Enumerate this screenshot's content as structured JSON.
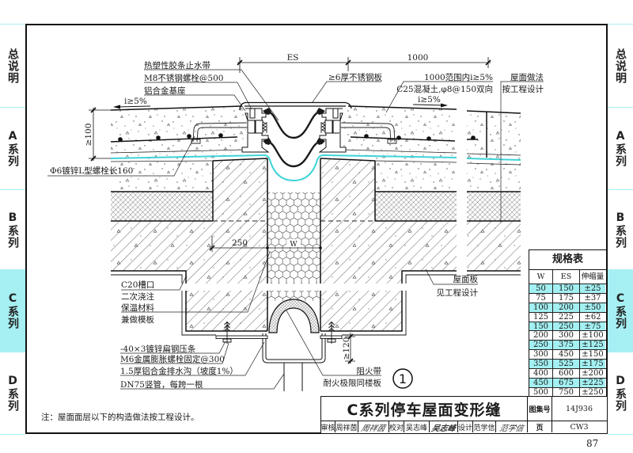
{
  "side_tabs": [
    {
      "label": "总说明",
      "active": false
    },
    {
      "label": "A系列",
      "active": false
    },
    {
      "label": "B系列",
      "active": false
    },
    {
      "label": "C系列",
      "active": true
    },
    {
      "label": "D系列",
      "active": false
    }
  ],
  "colors": {
    "tab_active_bg": "#a6f0f3",
    "tab_divider": "#a8eef0",
    "membrane": "#3fd3d8",
    "table_highlight": "#a3f0f2",
    "ink": "#1a1a1a"
  },
  "drawing": {
    "dims": {
      "es": "ES",
      "span_1000": "1000",
      "min_100": "≥100",
      "w_250": "250",
      "w": "W",
      "min_120": "≥120"
    },
    "slope_left": "i≥5%",
    "slope_right": "i≥5%",
    "labels": {
      "thermo_strip": "热塑性胶条止水带",
      "m8_bolt": "M8不锈钢螺栓@500",
      "alu_base": "铝合金基座",
      "steel_plate": "≥6厚不锈钢板",
      "range_slope": "1000范围内i≥5%",
      "c25": "C25混凝土,φ8@150双向",
      "roof_method_1": "屋面做法",
      "roof_method_2": "按工程设计",
      "l_bolt": "Φ6镀锌L型螺栓长160",
      "c20_1": "C20槽口",
      "c20_2": "二次浇注",
      "insulation_1": "保温材料",
      "insulation_2": "兼做模板",
      "flat_steel": "-40×3镀锌扁钢压条",
      "m6_bolt": "M6金属膨胀螺栓固定@300",
      "gutter": "1.5厚铝合金排水沟（坡度1%）",
      "pipe": "DN75竖管，每跨一根",
      "roof_slab_1": "屋面板",
      "roof_slab_2": "见工程设计",
      "fire_1": "阻火带",
      "fire_2": "耐火极限同楼板"
    },
    "detail_no": "1"
  },
  "note": "注：屋面面层以下的构造做法按工程设计。",
  "spec_table": {
    "title": "规格表",
    "headers": [
      "W",
      "ES",
      "伸缩量"
    ],
    "rows": [
      [
        "50",
        "150",
        "±25"
      ],
      [
        "75",
        "175",
        "±37"
      ],
      [
        "100",
        "200",
        "±50"
      ],
      [
        "125",
        "225",
        "±62"
      ],
      [
        "150",
        "250",
        "±75"
      ],
      [
        "200",
        "300",
        "±100"
      ],
      [
        "250",
        "375",
        "±125"
      ],
      [
        "300",
        "450",
        "±150"
      ],
      [
        "350",
        "525",
        "±175"
      ],
      [
        "400",
        "600",
        "±200"
      ],
      [
        "450",
        "675",
        "±225"
      ],
      [
        "500",
        "750",
        "±250"
      ]
    ]
  },
  "title_block": {
    "title": "C系列停车屋面变形缝",
    "atlas_no_label": "图集号",
    "atlas_no": "14J936",
    "page_label": "页",
    "page_code": "CW3",
    "review_label": "审核",
    "reviewer": "周祥茵",
    "reviewer_signature": "周祥茵",
    "check_label": "校对",
    "checker": "吴志峰",
    "checker_signature": "吴志峰",
    "design_label": "设计",
    "designer": "范学信",
    "designer_signature": "范学信"
  },
  "page_number": "87"
}
